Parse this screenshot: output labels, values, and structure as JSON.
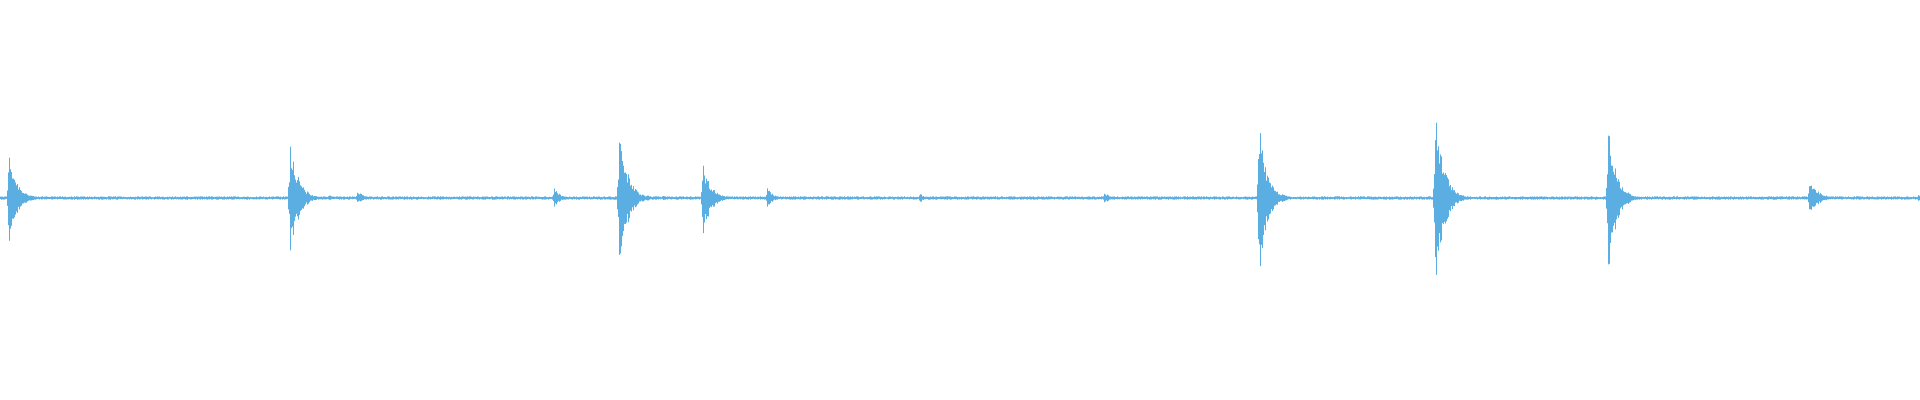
{
  "waveform": {
    "color": "#5aaee2",
    "baseline_noise": 0.012,
    "duration": 1,
    "spikes": [
      {
        "t": 0.0045,
        "up": 0.47,
        "down": 0.5,
        "decay": 0.004
      },
      {
        "t": 0.151,
        "up": 0.6,
        "down": 0.61,
        "decay": 0.004
      },
      {
        "t": 0.171,
        "up": 0.04,
        "down": 0.03,
        "decay": 0.002
      },
      {
        "t": 0.186,
        "up": 0.08,
        "down": 0.06,
        "decay": 0.003
      },
      {
        "t": 0.229,
        "up": 0.02,
        "down": 0.02,
        "decay": 0.002
      },
      {
        "t": 0.258,
        "up": 0.02,
        "down": 0.02,
        "decay": 0.002
      },
      {
        "t": 0.2885,
        "up": 0.1,
        "down": 0.09,
        "decay": 0.003
      },
      {
        "t": 0.3225,
        "up": 0.74,
        "down": 0.76,
        "decay": 0.004
      },
      {
        "t": 0.337,
        "up": 0.03,
        "down": 0.03,
        "decay": 0.002
      },
      {
        "t": 0.3455,
        "up": 0.03,
        "down": 0.03,
        "decay": 0.002
      },
      {
        "t": 0.366,
        "up": 0.34,
        "down": 0.37,
        "decay": 0.004
      },
      {
        "t": 0.3995,
        "up": 0.1,
        "down": 0.09,
        "decay": 0.003
      },
      {
        "t": 0.479,
        "up": 0.05,
        "down": 0.05,
        "decay": 0.002
      },
      {
        "t": 0.516,
        "up": 0.02,
        "down": 0.02,
        "decay": 0.002
      },
      {
        "t": 0.575,
        "up": 0.05,
        "down": 0.05,
        "decay": 0.004
      },
      {
        "t": 0.6555,
        "up": 0.8,
        "down": 0.84,
        "decay": 0.004
      },
      {
        "t": 0.7475,
        "up": 0.98,
        "down": 1.0,
        "decay": 0.004
      },
      {
        "t": 0.7575,
        "up": 0.06,
        "down": 0.05,
        "decay": 0.003
      },
      {
        "t": 0.8375,
        "up": 0.78,
        "down": 0.83,
        "decay": 0.004
      },
      {
        "t": 0.9425,
        "up": 0.2,
        "down": 0.19,
        "decay": 0.004
      },
      {
        "t": 0.999,
        "up": 0.03,
        "down": 0.03,
        "decay": 0.003
      }
    ]
  }
}
